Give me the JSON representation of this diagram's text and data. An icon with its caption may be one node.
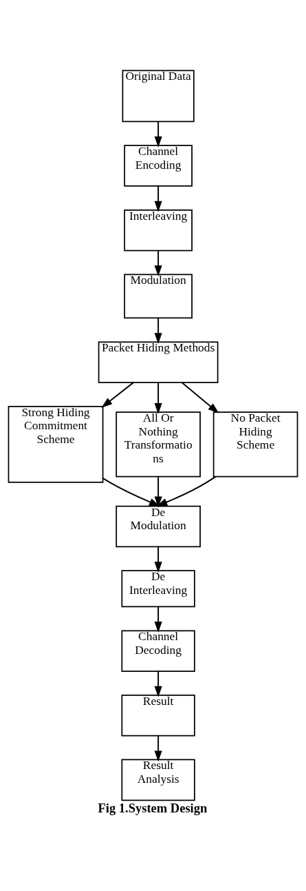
{
  "diagram": {
    "caption": "Fig 1.System Design",
    "nodes": [
      {
        "text": [
          "Original Data"
        ]
      },
      {
        "text": [
          "Channel Encoding"
        ]
      },
      {
        "text": [
          "Interleaving"
        ]
      },
      {
        "text": [
          "Modulation"
        ]
      },
      {
        "text": [
          "Packet Hiding Methods"
        ]
      },
      {
        "text": [
          "Strong Hiding Commitment Scheme"
        ]
      },
      {
        "text": [
          "All Or Nothing Transformatio ns"
        ]
      },
      {
        "text": [
          "No Packet Hiding Scheme"
        ]
      },
      {
        "text": [
          "De Modulation"
        ]
      },
      {
        "text": [
          "De Interleaving"
        ]
      },
      {
        "text": [
          "Channel Decoding"
        ]
      },
      {
        "text": [
          "Result"
        ]
      },
      {
        "text": [
          "Result Analysis"
        ]
      }
    ],
    "edges": [
      {
        "from": 0,
        "to": 1,
        "arrow": "to"
      },
      {
        "from": 1,
        "to": 2,
        "arrow": "to"
      },
      {
        "from": 2,
        "to": 3,
        "arrow": "to"
      },
      {
        "from": 3,
        "to": 4,
        "arrow": "to"
      },
      {
        "from": 4,
        "to": 5,
        "arrow": "to"
      },
      {
        "from": 4,
        "to": 6,
        "arrow": "to"
      },
      {
        "from": 4,
        "to": 7,
        "arrow": "to"
      },
      {
        "from": 5,
        "to": 8,
        "arrow": "to"
      },
      {
        "from": 6,
        "to": 8,
        "arrow": "to"
      },
      {
        "from": 7,
        "to": 8,
        "arrow": "to"
      },
      {
        "from": 8,
        "to": 9,
        "arrow": "to"
      },
      {
        "from": 9,
        "to": 10,
        "arrow": "to"
      },
      {
        "from": 10,
        "to": 11,
        "arrow": "to"
      },
      {
        "from": 11,
        "to": 12,
        "arrow": "to"
      }
    ]
  }
}
